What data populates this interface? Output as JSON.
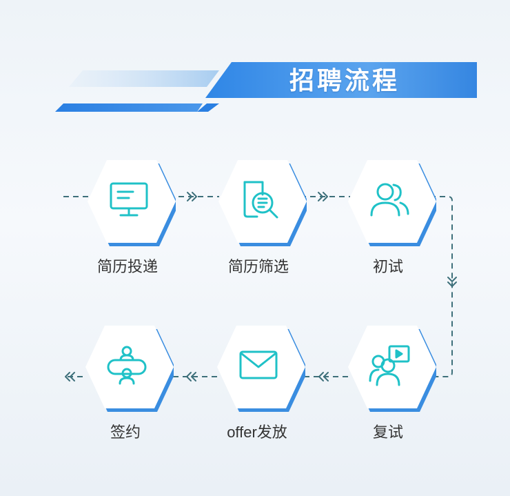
{
  "header": {
    "title": "招聘流程"
  },
  "colors": {
    "accent_blue": "#3a8de0",
    "icon_teal": "#1fc1c7",
    "connector": "#3d6f7a"
  },
  "steps": [
    {
      "label": "简历投递",
      "icon": "monitor-icon"
    },
    {
      "label": "简历筛选",
      "icon": "resume-search-icon"
    },
    {
      "label": "初试",
      "icon": "users-icon"
    },
    {
      "label": "复试",
      "icon": "video-interview-icon"
    },
    {
      "label": "offer发放",
      "icon": "envelope-icon"
    },
    {
      "label": "签约",
      "icon": "contract-meeting-icon"
    }
  ]
}
